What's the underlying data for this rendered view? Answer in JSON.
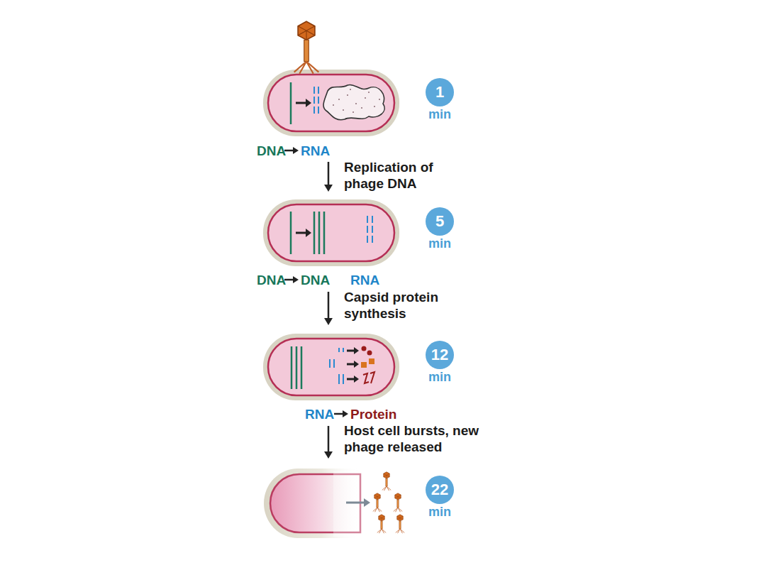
{
  "diagram": {
    "nodes": [
      {
        "text": [
          "1",
          "min"
        ]
      },
      {
        "text": [
          "5",
          "min"
        ]
      },
      {
        "text": [
          "12",
          "min"
        ]
      },
      {
        "text": [
          "22",
          "min"
        ]
      }
    ],
    "labels": [
      "DNA",
      "RNA",
      "Replication of phage DNA",
      "DNA",
      "DNA",
      "RNA",
      "Capsid protein synthesis",
      "RNA",
      "Protein",
      "Host cell bursts, new phage released"
    ]
  }
}
